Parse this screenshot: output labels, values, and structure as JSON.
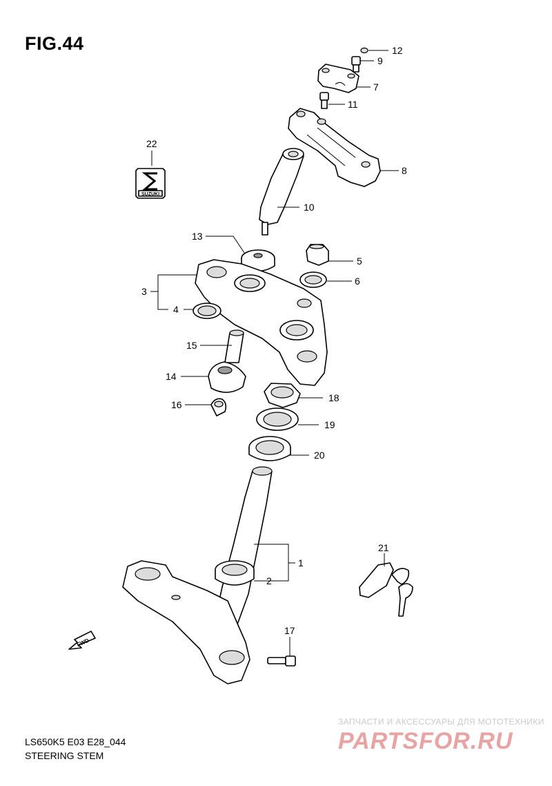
{
  "figure": {
    "title": "FIG.44",
    "model_code": "LS650K5 E03 E28_044",
    "name": "STEERING STEM"
  },
  "callouts": [
    "1",
    "2",
    "3",
    "4",
    "5",
    "6",
    "7",
    "8",
    "9",
    "10",
    "11",
    "12",
    "13",
    "14",
    "15",
    "16",
    "17",
    "18",
    "19",
    "20",
    "21",
    "22"
  ],
  "emblem": {
    "text": "SUZUKI"
  },
  "direction_marker": {
    "text": "FWD"
  },
  "watermark": {
    "subtitle": "ЗАПЧАСТИ И АКСЕССУАРЫ ДЛЯ МОТОТЕХНИКИ",
    "brand": "PARTSFOR.RU",
    "color": "#e8a3a3"
  }
}
